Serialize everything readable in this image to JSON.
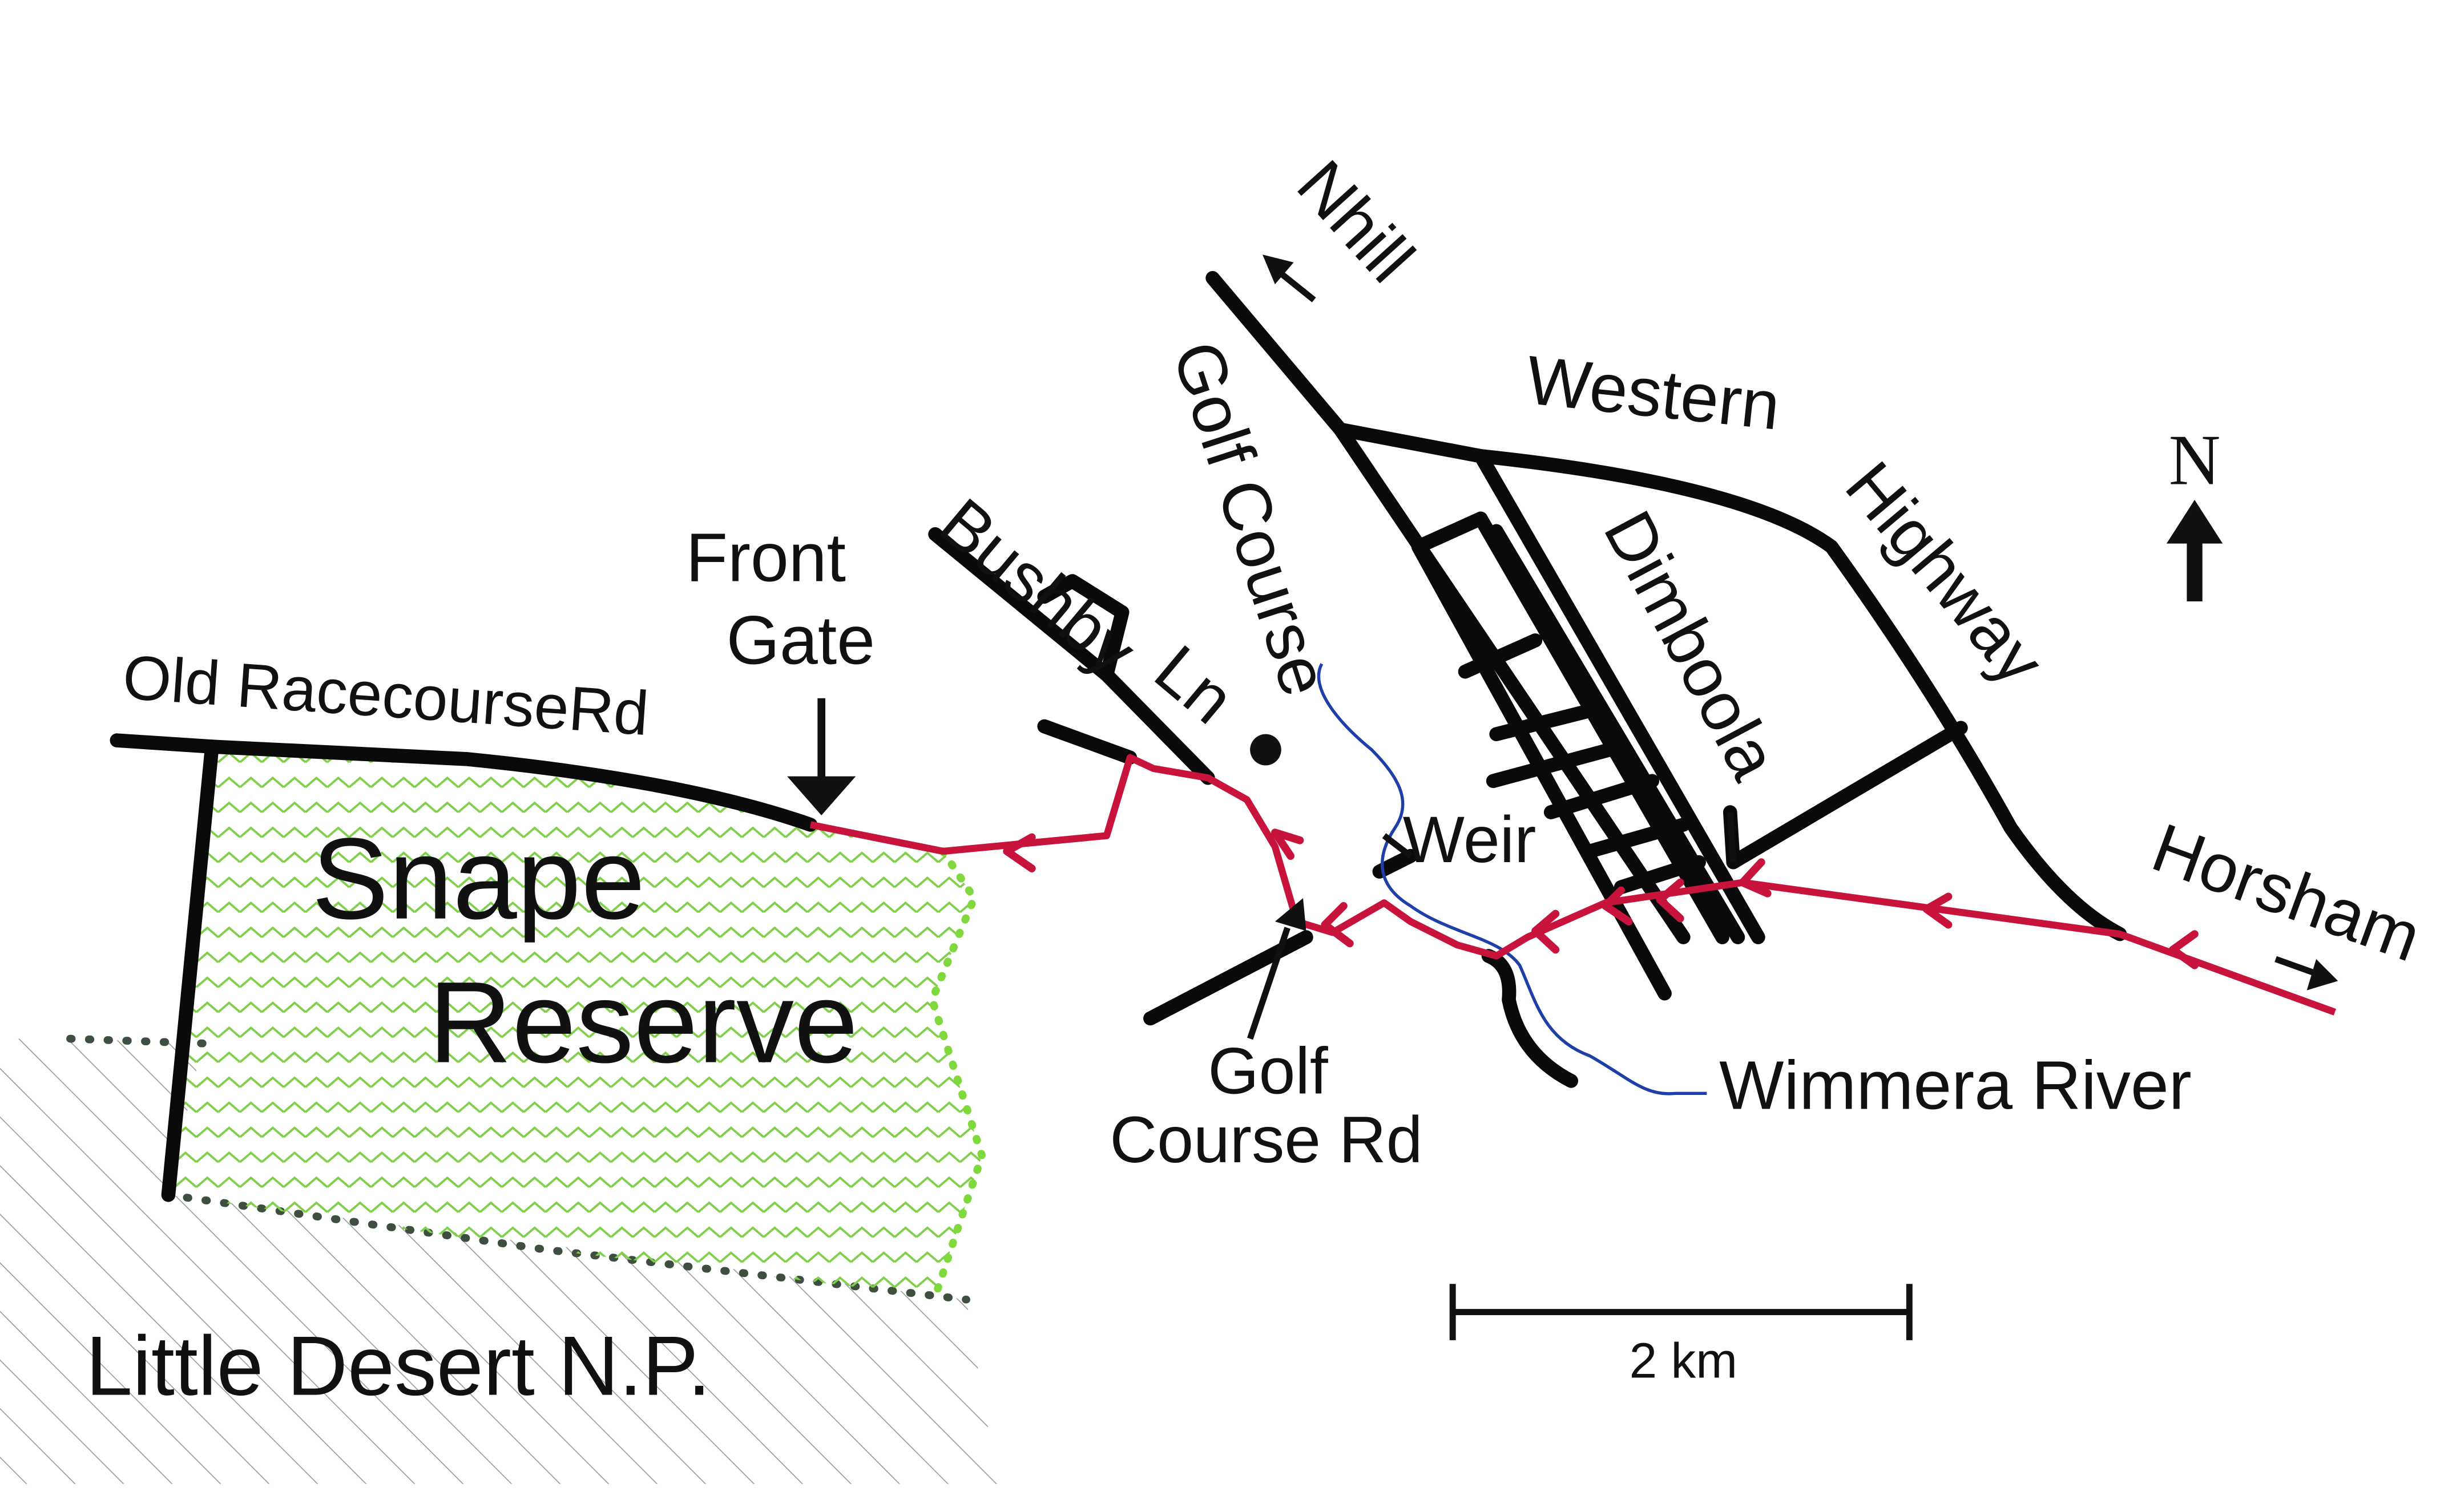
{
  "map": {
    "north_label": "N",
    "scale_label": "2 km",
    "labels": {
      "nhill": "Nhill",
      "western": "Western",
      "highway": "Highway",
      "golf_course": "Golf Course",
      "dimboola": "Dimboola",
      "bushby": "Bushby",
      "ln": "Ln",
      "front": "Front",
      "gate": "Gate",
      "old_racecourse_rd": "Old RacecourseRd",
      "snape": "Snape",
      "reserve": "Reserve",
      "weir": "Weir",
      "horsham": "Horsham",
      "golf": "Golf",
      "course_rd": "Course Rd",
      "wimmera_river": "Wimmera River",
      "little_desert": "Little Desert N.P."
    },
    "colors": {
      "road": "#0a0a0a",
      "route": "#c8143c",
      "river": "#1f3fa8",
      "reserve_fill": "#7fcf4a",
      "reserve_border": "#7fd83c",
      "park_hatch": "#9a9a9a",
      "park_border": "#3f4f3f"
    },
    "icons": [
      "north-arrow-icon",
      "golf-course-marker-icon",
      "direction-arrow-icon"
    ]
  }
}
